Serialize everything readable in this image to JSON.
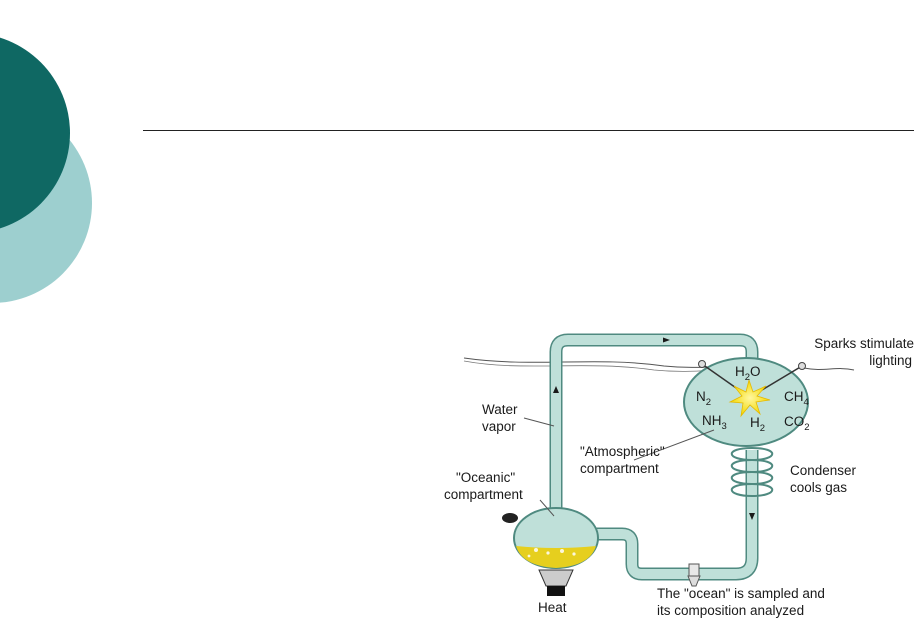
{
  "colors": {
    "circle_dark": "#0f6863",
    "circle_light": "#9dcfcf",
    "tube": "#bfe0d9",
    "tube_edge": "#4f8a80",
    "water": "#e6cf1e",
    "spark": "#f5e01a"
  },
  "diagram": {
    "labels": {
      "sparks_line1": "Sparks stimulate",
      "sparks_line2": "lighting",
      "water_vapor_line1": "Water",
      "water_vapor_line2": "vapor",
      "atmospheric_line1": "\"Atmospheric\"",
      "atmospheric_line2": "compartment",
      "oceanic_line1": "\"Oceanic\"",
      "oceanic_line2": "compartment",
      "condenser_line1": "Condenser",
      "condenser_line2": "cools gas",
      "heat": "Heat",
      "sampled_line1": "The \"ocean\" is sampled and",
      "sampled_line2": "its composition analyzed"
    },
    "gases": {
      "h2o": {
        "base": "H",
        "sub": "2",
        "rest": "O"
      },
      "n2": {
        "base": "N",
        "sub": "2"
      },
      "ch4": {
        "base": "CH",
        "sub": "4"
      },
      "nh3": {
        "base": "NH",
        "sub": "3"
      },
      "h2": {
        "base": "H",
        "sub": "2"
      },
      "co2": {
        "base": "CO",
        "sub": "2"
      }
    }
  }
}
